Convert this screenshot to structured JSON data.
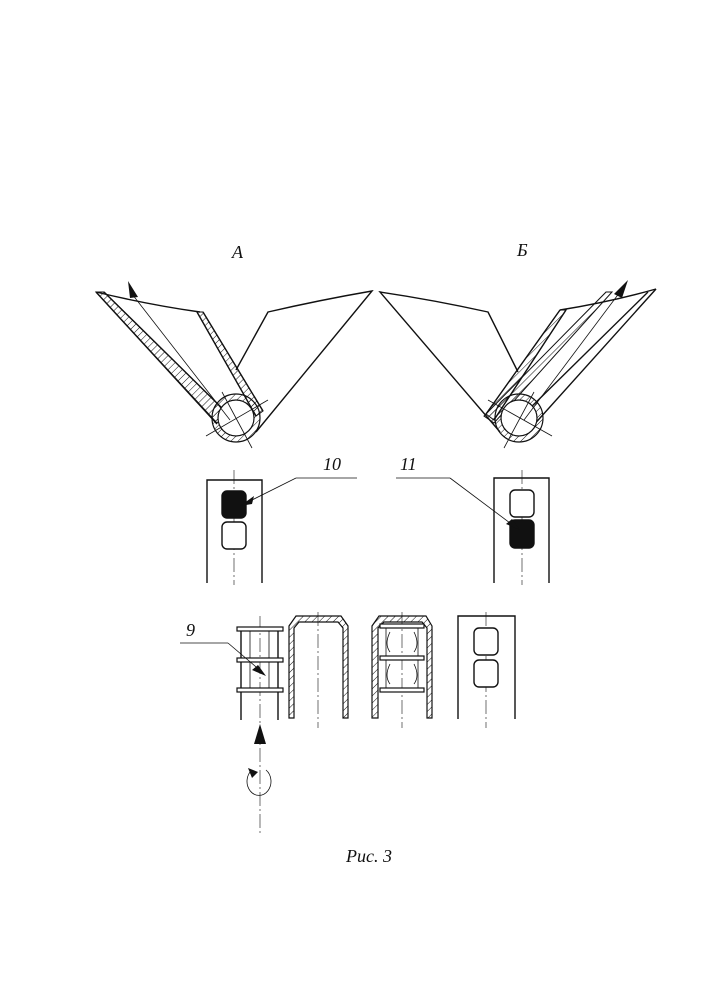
{
  "figure": {
    "view_a_label": "А",
    "view_b_label": "Б",
    "ref_10": "10",
    "ref_11": "11",
    "ref_9": "9",
    "caption": "Рис. 3"
  }
}
